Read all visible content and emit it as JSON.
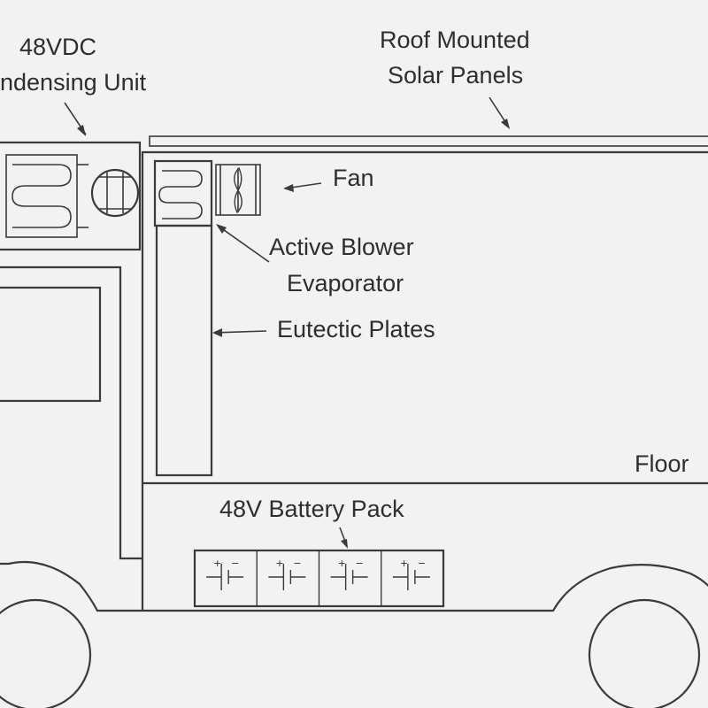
{
  "labels": {
    "condensing_line1": "48VDC",
    "condensing_line2": "ndensing Unit",
    "solar_line1": "Roof Mounted",
    "solar_line2": "Solar Panels",
    "fan": "Fan",
    "evap_line1": "Active Blower",
    "evap_line2": "Evaporator",
    "eutectic": "Eutectic Plates",
    "floor": "Floor",
    "battery": "48V Battery Pack"
  },
  "battery_cells": 4,
  "colors": {
    "background": "#f2f2f2",
    "line": "#3a3a3a",
    "text": "#2e2e2e"
  }
}
